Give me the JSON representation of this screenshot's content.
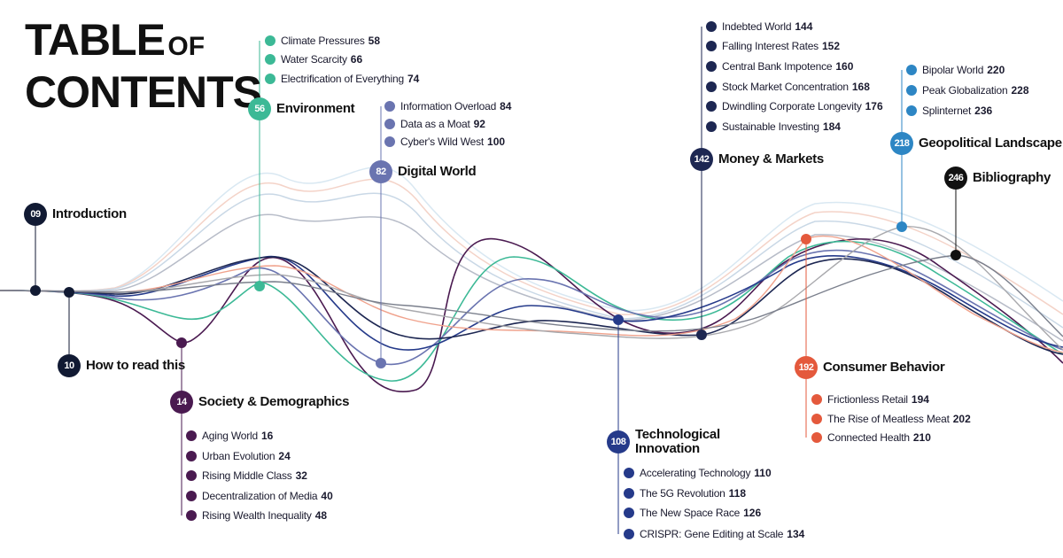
{
  "title": {
    "line1_big": "TABLE",
    "line1_small": "OF",
    "line2_big": "CONTENTS"
  },
  "colors": {
    "intro": "#111a33",
    "howto": "#111a33",
    "society": "#4a1a50",
    "environment": "#3cb996",
    "digital": "#6a74b0",
    "tech": "#253a8a",
    "money": "#1d2752",
    "consumer": "#e4593c",
    "geo": "#2d86c4",
    "biblio": "#111111"
  },
  "chapters": [
    {
      "key": "intro",
      "num": "09",
      "title": "Introduction",
      "subs": []
    },
    {
      "key": "howto",
      "num": "10",
      "title": "How to read this",
      "subs": []
    },
    {
      "key": "society",
      "num": "14",
      "title": "Society & Demographics",
      "subs": [
        {
          "label": "Aging World",
          "page": "16"
        },
        {
          "label": "Urban Evolution",
          "page": "24"
        },
        {
          "label": "Rising Middle Class",
          "page": "32"
        },
        {
          "label": "Decentralization of Media",
          "page": "40"
        },
        {
          "label": "Rising Wealth Inequality",
          "page": "48"
        }
      ]
    },
    {
      "key": "environment",
      "num": "56",
      "title": "Environment",
      "subs": [
        {
          "label": "Climate Pressures",
          "page": "58"
        },
        {
          "label": "Water Scarcity",
          "page": "66"
        },
        {
          "label": "Electrification of Everything",
          "page": "74"
        }
      ]
    },
    {
      "key": "digital",
      "num": "82",
      "title": "Digital World",
      "subs": [
        {
          "label": "Information Overload",
          "page": "84"
        },
        {
          "label": "Data as a Moat",
          "page": "92"
        },
        {
          "label": "Cyber's Wild West",
          "page": "100"
        }
      ]
    },
    {
      "key": "tech",
      "num": "108",
      "title": "Technological Innovation",
      "subs": [
        {
          "label": "Accelerating Technology",
          "page": "110"
        },
        {
          "label": "The 5G Revolution",
          "page": "118"
        },
        {
          "label": "The New Space Race",
          "page": "126"
        },
        {
          "label": "CRISPR: Gene Editing at Scale",
          "page": "134"
        }
      ]
    },
    {
      "key": "money",
      "num": "142",
      "title": "Money & Markets",
      "subs": [
        {
          "label": "Indebted World",
          "page": "144"
        },
        {
          "label": "Falling Interest Rates",
          "page": "152"
        },
        {
          "label": "Central Bank Impotence",
          "page": "160"
        },
        {
          "label": "Stock Market Concentration",
          "page": "168"
        },
        {
          "label": "Dwindling Corporate Longevity",
          "page": "176"
        },
        {
          "label": "Sustainable Investing",
          "page": "184"
        }
      ]
    },
    {
      "key": "consumer",
      "num": "192",
      "title": "Consumer Behavior",
      "subs": [
        {
          "label": "Frictionless Retail",
          "page": "194"
        },
        {
          "label": "The Rise of Meatless Meat",
          "page": "202"
        },
        {
          "label": "Connected Health",
          "page": "210"
        }
      ]
    },
    {
      "key": "geo",
      "num": "218",
      "title": "Geopolitical Landscape",
      "subs": [
        {
          "label": "Bipolar World",
          "page": "220"
        },
        {
          "label": "Peak Globalization",
          "page": "228"
        },
        {
          "label": "Splinternet",
          "page": "236"
        }
      ]
    },
    {
      "key": "biblio",
      "num": "246",
      "title": "Bibliography",
      "subs": []
    }
  ]
}
